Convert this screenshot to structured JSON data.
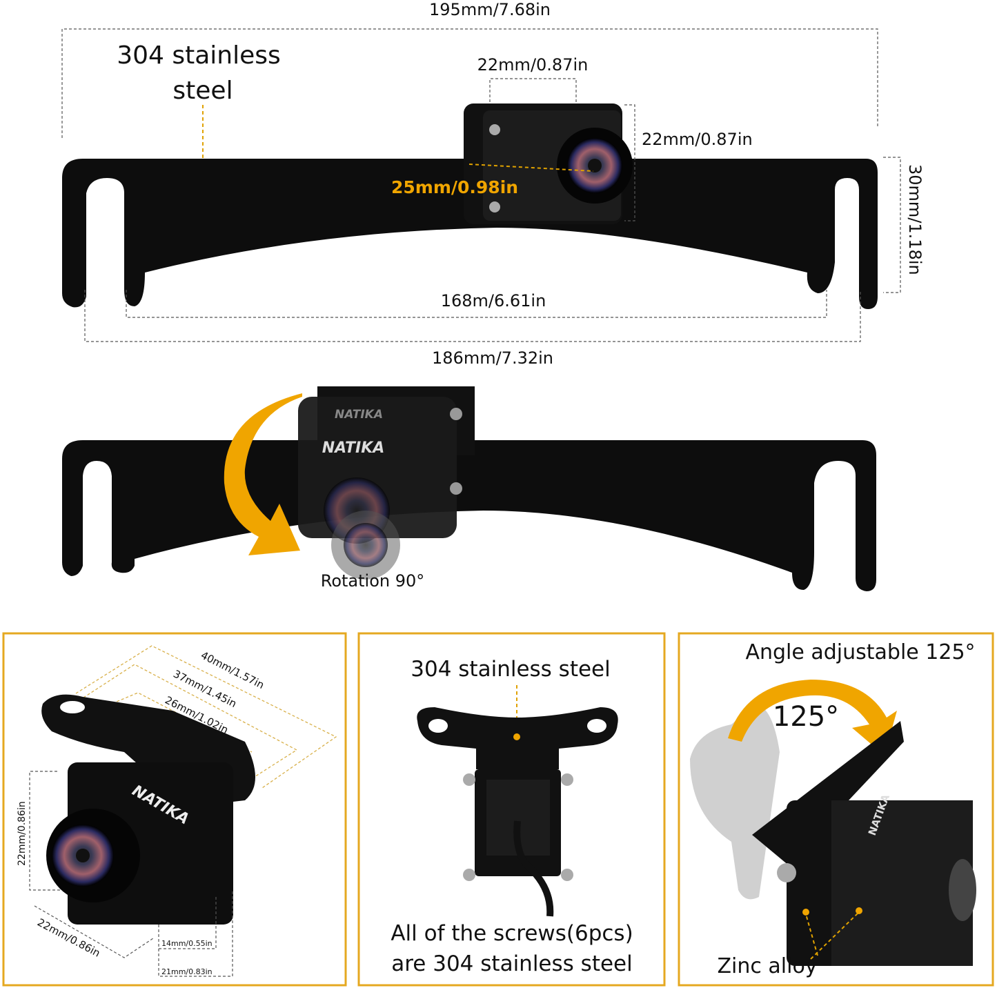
{
  "top_diagram": {
    "overall_width": "195mm/7.68in",
    "material": [
      "304 stainless",
      "steel"
    ],
    "camera_width": "22mm/0.87in",
    "camera_height": "22mm/0.87in",
    "camera_offset": "25mm/0.98in",
    "bracket_height": "30mm/1.18in",
    "inner_width": "168m/6.61in",
    "slot_span": "186mm/7.32in"
  },
  "rotation_diagram": {
    "brand": "NATIKA",
    "rotation_label": "Rotation 90°"
  },
  "panels": {
    "dimensions": {
      "brand": "NATIKA",
      "d1": "40mm/1.57in",
      "d2": "37mm/1.45in",
      "d3": "26mm/1.02in",
      "height": "22mm/0.86in",
      "depth": "22mm/0.86in",
      "d4": "14mm/0.55in",
      "d5": "21mm/0.83in"
    },
    "steel": {
      "title": "304 stainless steel",
      "caption": [
        "All of the screws(6pcs)",
        "are 304 stainless steel"
      ]
    },
    "angle": {
      "title": "Angle adjustable 125°",
      "angle": "125°",
      "brand": "NATIKA",
      "material": "Zinc alloy"
    }
  },
  "colors": {
    "accent": "#f0a500",
    "panel_border": "#e5a820",
    "metal": "#111111"
  }
}
